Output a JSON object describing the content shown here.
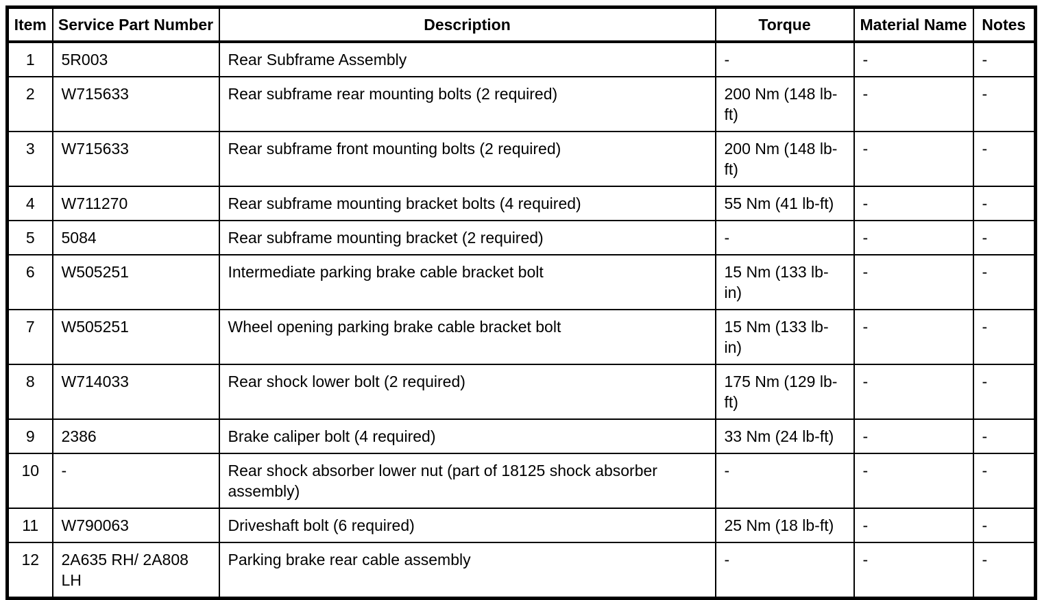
{
  "table": {
    "columns": [
      {
        "key": "item",
        "label": "Item"
      },
      {
        "key": "part",
        "label": "Service Part Number"
      },
      {
        "key": "desc",
        "label": "Description"
      },
      {
        "key": "torque",
        "label": "Torque"
      },
      {
        "key": "material",
        "label": "Material Name"
      },
      {
        "key": "notes",
        "label": "Notes"
      }
    ],
    "rows": [
      {
        "item": "1",
        "part": "5R003",
        "desc": "Rear Subframe Assembly",
        "torque": "-",
        "material": "-",
        "notes": "-"
      },
      {
        "item": "2",
        "part": "W715633",
        "desc": "Rear subframe rear mounting bolts (2 required)",
        "torque": "200 Nm (148 lb-ft)",
        "material": "-",
        "notes": "-"
      },
      {
        "item": "3",
        "part": "W715633",
        "desc": "Rear subframe front mounting bolts (2 required)",
        "torque": "200 Nm (148 lb-ft)",
        "material": "-",
        "notes": "-"
      },
      {
        "item": "4",
        "part": "W711270",
        "desc": "Rear subframe mounting bracket bolts (4 required)",
        "torque": "55 Nm (41 lb-ft)",
        "material": "-",
        "notes": "-"
      },
      {
        "item": "5",
        "part": "5084",
        "desc": "Rear subframe mounting bracket (2 required)",
        "torque": "-",
        "material": "-",
        "notes": "-"
      },
      {
        "item": "6",
        "part": "W505251",
        "desc": "Intermediate parking brake cable bracket bolt",
        "torque": "15 Nm (133 lb-in)",
        "material": "-",
        "notes": "-"
      },
      {
        "item": "7",
        "part": "W505251",
        "desc": "Wheel opening parking brake cable bracket bolt",
        "torque": "15 Nm (133 lb-in)",
        "material": "-",
        "notes": "-"
      },
      {
        "item": "8",
        "part": "W714033",
        "desc": "Rear shock lower bolt (2 required)",
        "torque": "175 Nm (129 lb-ft)",
        "material": "-",
        "notes": "-"
      },
      {
        "item": "9",
        "part": "2386",
        "desc": "Brake caliper bolt (4 required)",
        "torque": "33 Nm (24 lb-ft)",
        "material": "-",
        "notes": "-"
      },
      {
        "item": "10",
        "part": "-",
        "desc": "Rear shock absorber lower nut (part of 18125 shock absorber assembly)",
        "torque": "-",
        "material": "-",
        "notes": "-"
      },
      {
        "item": "11",
        "part": "W790063",
        "desc": "Driveshaft bolt (6 required)",
        "torque": "25 Nm (18 lb-ft)",
        "material": "-",
        "notes": "-"
      },
      {
        "item": "12",
        "part": "2A635 RH/ 2A808 LH",
        "desc": "Parking brake rear cable assembly",
        "torque": "-",
        "material": "-",
        "notes": "-"
      }
    ]
  }
}
